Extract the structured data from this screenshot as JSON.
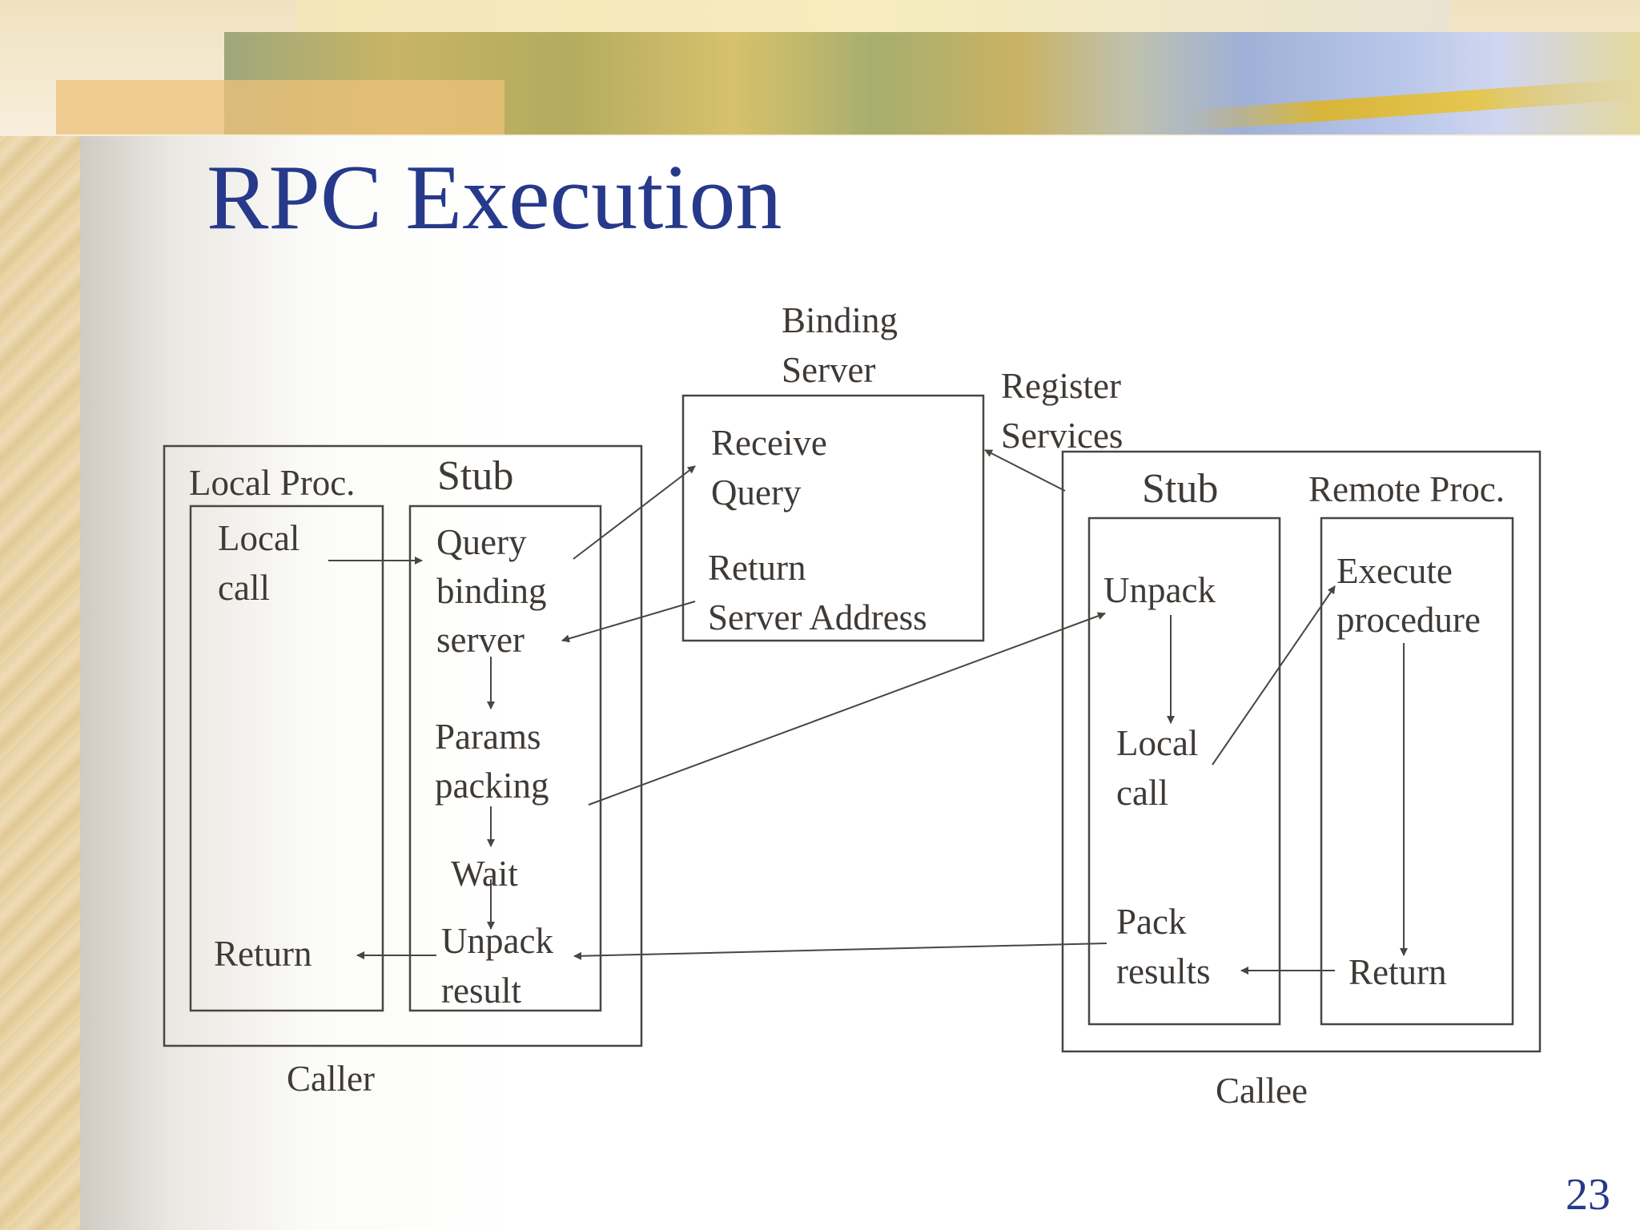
{
  "slide": {
    "title": "RPC Execution",
    "page_number": "23"
  },
  "binding_server": {
    "label_line1": "Binding",
    "label_line2": "Server",
    "receive_line1": "Receive",
    "receive_line2": "Query",
    "return_line1": "Return",
    "return_line2": "Server Address"
  },
  "register": {
    "line1": "Register",
    "line2": "Services"
  },
  "caller": {
    "label": "Caller",
    "local_proc": {
      "label": "Local Proc.",
      "local_line1": "Local",
      "local_line2": "call",
      "return": "Return"
    },
    "stub": {
      "label": "Stub",
      "query_line1": "Query",
      "query_line2": "binding",
      "query_line3": "server",
      "params_line1": "Params",
      "params_line2": "packing",
      "wait": "Wait",
      "unpack_line1": "Unpack",
      "unpack_line2": "result"
    }
  },
  "callee": {
    "label": "Callee",
    "stub": {
      "label": "Stub",
      "unpack": "Unpack",
      "local_line1": "Local",
      "local_line2": "call",
      "pack_line1": "Pack",
      "pack_line2": "results"
    },
    "remote_proc": {
      "label": "Remote Proc.",
      "execute_line1": "Execute",
      "execute_line2": "procedure",
      "return": "Return"
    }
  },
  "colors": {
    "title": "#27398a",
    "line": "#4a4540",
    "text": "#3f3a36"
  }
}
